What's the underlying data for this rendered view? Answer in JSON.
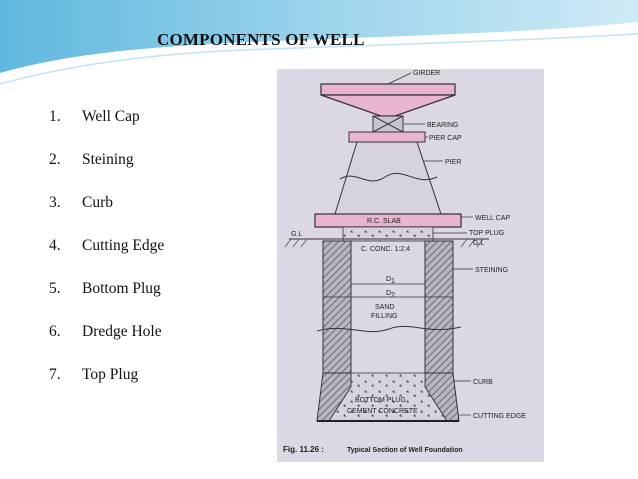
{
  "slide": {
    "title": "COMPONENTS OF WELL",
    "components": [
      {
        "num": "1.",
        "label": "Well Cap"
      },
      {
        "num": "2.",
        "label": "Steining"
      },
      {
        "num": "3.",
        "label": "Curb"
      },
      {
        "num": "4.",
        "label": "Cutting Edge"
      },
      {
        "num": "5.",
        "label": "Bottom Plug"
      },
      {
        "num": "6.",
        "label": "Dredge Hole"
      },
      {
        "num": "7.",
        "label": "Top Plug"
      }
    ]
  },
  "diagram": {
    "labels": {
      "girder": "GIRDER",
      "bearing": "BEARING",
      "pier_cap": "PIER CAP",
      "pier": "PIER",
      "rc_slab": "R.C. SLAB",
      "well_cap": "WELL CAP",
      "top_plug": "TOP PLUG",
      "gl_left": "G.L",
      "gl_right": "G.L",
      "c_conc": "C. CONC. 1:2:4",
      "d1": "D",
      "d1_sub": "1",
      "d2": "D",
      "d2_sub": "2",
      "steining": "STEINING",
      "sand": "SAND",
      "filling": "FILLING",
      "curb": "CURB",
      "bottom_plug": "BOTTOM PLUG",
      "cement_concrete": "CEMENT CONCRETE",
      "cutting_edge": "CUTTING EDGE"
    },
    "caption": {
      "fig": "Fig. 11.26 :",
      "text": "Typical Section of Well Foundation"
    },
    "colors": {
      "pink_fill": "#e8b4cf",
      "hatch": "#5a5560",
      "background": "#dbd8e3"
    }
  }
}
